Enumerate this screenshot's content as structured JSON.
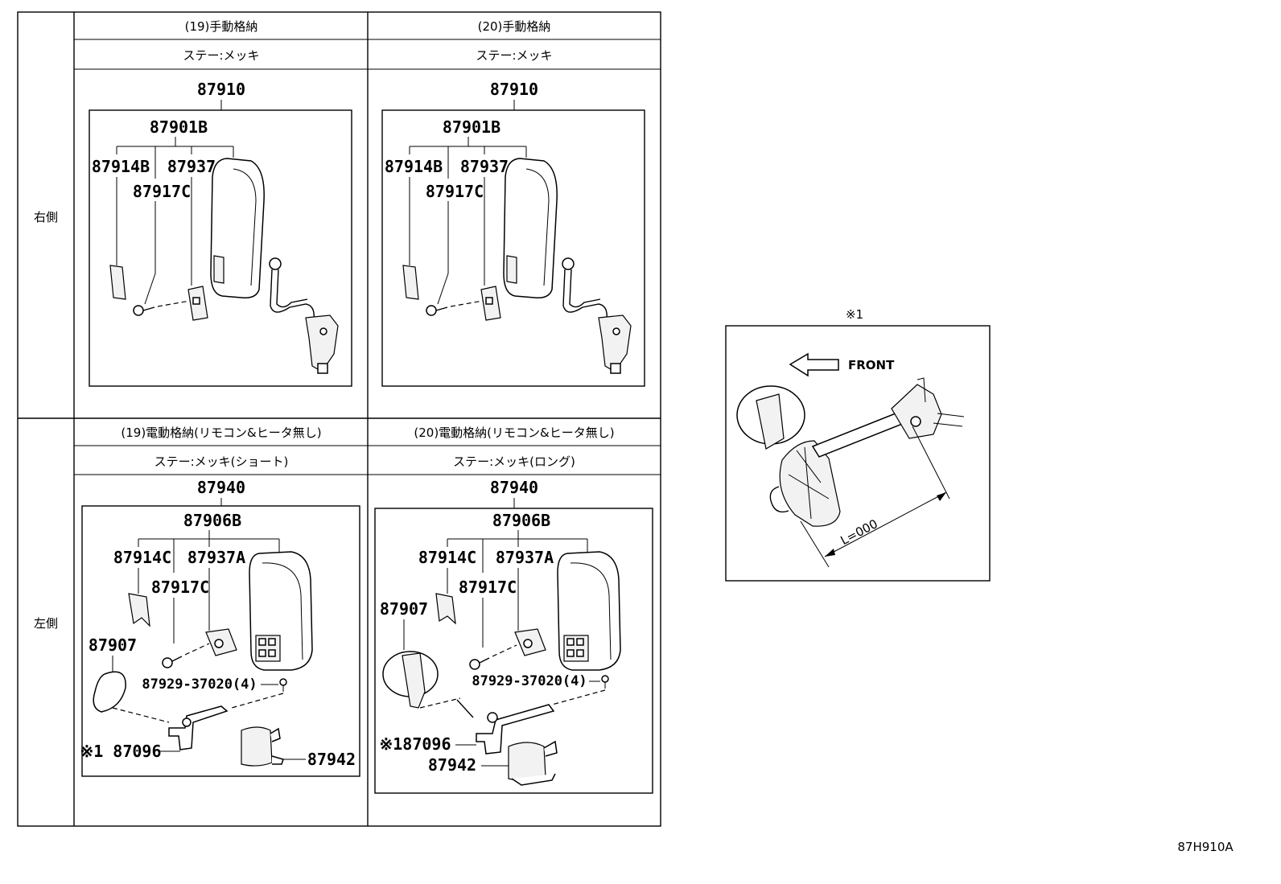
{
  "sections": {
    "right_side_label": "右側",
    "left_side_label": "左側"
  },
  "top_row": {
    "col19": {
      "model": "(19)手動格納",
      "stay": "ステー:メッキ"
    },
    "col20": {
      "model": "(20)手動格納",
      "stay": "ステー:メッキ"
    }
  },
  "bottom_row": {
    "col19": {
      "model": "(19)電動格納(リモコン&ヒータ無し)",
      "stay": "ステー:メッキ(ショート)"
    },
    "col20": {
      "model": "(20)電動格納(リモコン&ヒータ無し)",
      "stay": "ステー:メッキ(ロング)"
    }
  },
  "parts": {
    "p87910": "87910",
    "p87901B": "87901B",
    "p87914B": "87914B",
    "p87937": "87937",
    "p87917C": "87917C",
    "p87940": "87940",
    "p87906B": "87906B",
    "p87914C": "87914C",
    "p87937A": "87937A",
    "p87907": "87907",
    "p87929": "87929-37020(4)",
    "p87096": "※1 87096",
    "p87096b": "※187096",
    "p87942": "87942"
  },
  "detail": {
    "marker": "※1",
    "front_label": "FRONT",
    "length_label": "L=000"
  },
  "diagram_code": "87H910A"
}
